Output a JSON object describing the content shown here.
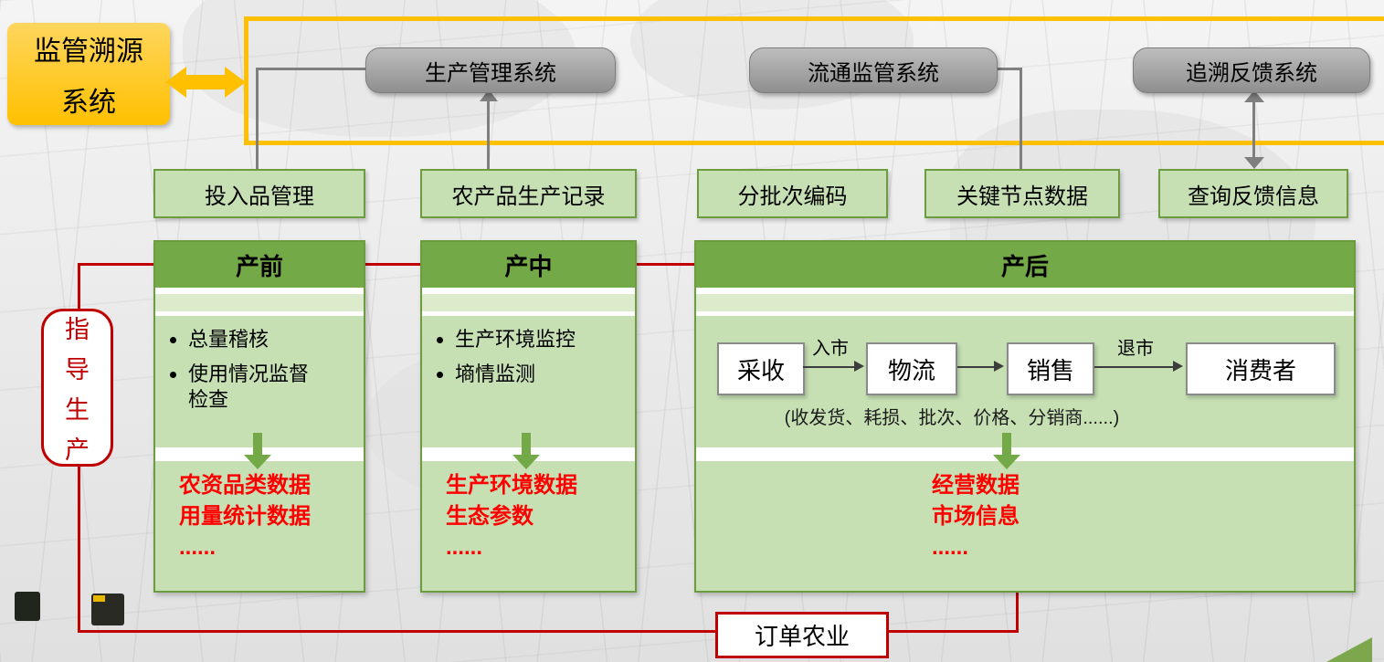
{
  "colors": {
    "accent_yellow": "#FFC000",
    "green_dark": "#74A947",
    "green_light": "#C6E0B4",
    "green_border": "#6B9C3F",
    "gray_system": "#9A9A9A",
    "red_line": "#C00000",
    "red_text": "#FF0000"
  },
  "source_system": {
    "lines": [
      "监管溯源",
      "系统"
    ]
  },
  "top_systems": [
    {
      "label": "生产管理系统"
    },
    {
      "label": "流通监管系统"
    },
    {
      "label": "追溯反馈系统"
    }
  ],
  "modules": [
    {
      "label": "投入品管理"
    },
    {
      "label": "农产品生产记录"
    },
    {
      "label": "分批次编码"
    },
    {
      "label": "关键节点数据"
    },
    {
      "label": "查询反馈信息"
    }
  ],
  "columns": [
    {
      "title": "产前",
      "bullets": [
        "总量稽核",
        "使用情况监督检查"
      ],
      "data_lines": [
        "农资品类数据",
        "用量统计数据",
        "......"
      ]
    },
    {
      "title": "产中",
      "bullets": [
        "生产环境监控",
        "墒情监测"
      ],
      "data_lines": [
        "生产环境数据",
        "生态参数",
        "......"
      ]
    },
    {
      "title": "产后",
      "flow": {
        "nodes": [
          "采收",
          "物流",
          "销售",
          "消费者"
        ],
        "enter_label": "入市",
        "exit_label": "退市",
        "note": "(收发货、耗损、批次、价格、分销商......)"
      },
      "data_lines": [
        "经营数据",
        "市场信息",
        "......"
      ]
    }
  ],
  "guide_box": {
    "text": "指导生产",
    "chars": [
      "指",
      "导",
      "生",
      "产"
    ]
  },
  "order_box": {
    "label": "订单农业"
  }
}
